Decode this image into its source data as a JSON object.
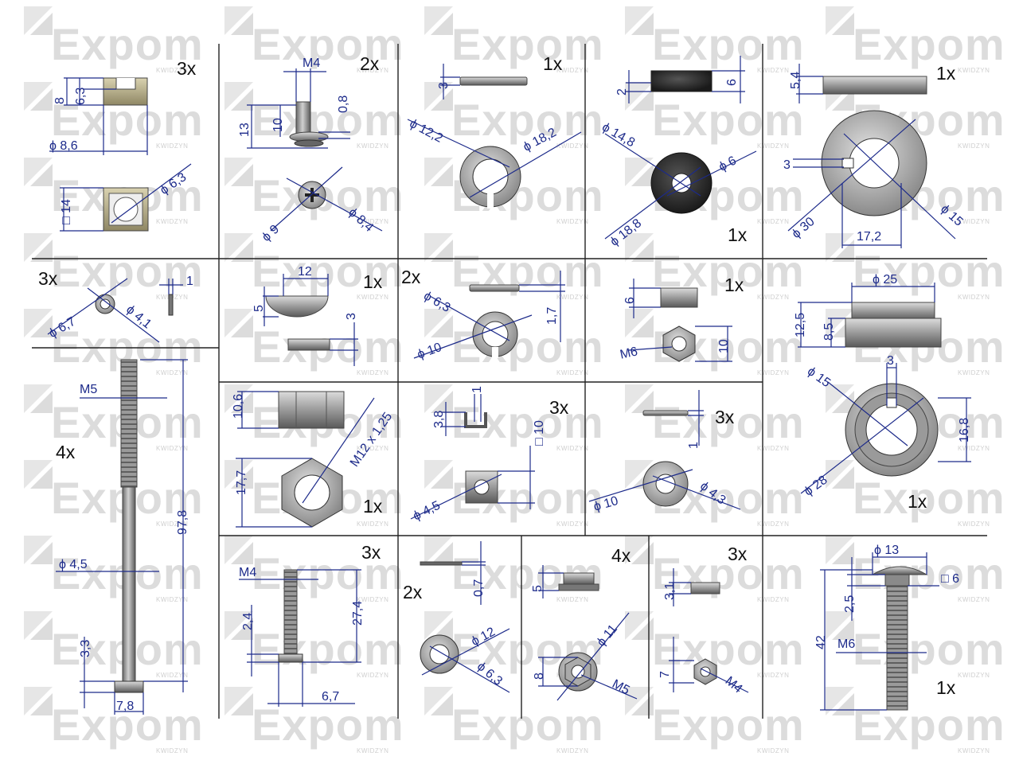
{
  "watermark": {
    "brand": "Expom",
    "sub": "KWIDZYN"
  },
  "parts": {
    "cage_nut": {
      "qty": "3x",
      "h": "8",
      "h2": "6,3",
      "w": "ϕ 8,6",
      "sq": "□ 14",
      "d": "ϕ 6,3"
    },
    "screw_m4": {
      "qty": "2x",
      "thread": "M4",
      "l": "13",
      "l2": "10",
      "t": "0,8",
      "d1": "ϕ 9",
      "d2": "ϕ 8,4"
    },
    "spring_washer_12": {
      "qty": "1x",
      "t": "3",
      "d1": "ϕ 12,2",
      "d2": "ϕ 18,2"
    },
    "washer_dark": {
      "qty": "1x",
      "t1": "2",
      "t2": "6",
      "d1": "ϕ 14,8",
      "d2": "ϕ 6",
      "d3": "ϕ 18,8"
    },
    "keyed_washer": {
      "qty": "1x",
      "t": "5,4",
      "k": "3",
      "d1": "ϕ 30",
      "w": "17,2",
      "d2": "ϕ 15"
    },
    "small_ring": {
      "qty": "3x",
      "t": "1",
      "d1": "ϕ 6,7",
      "d2": "ϕ 4,1"
    },
    "half_disc": {
      "qty": "1x",
      "w": "12",
      "h": "5",
      "t": "3"
    },
    "spring_washer_6": {
      "qty": "2x",
      "d1": "ϕ 6,3",
      "t": "1,7",
      "d2": "ϕ 10"
    },
    "hex_nut_m6": {
      "qty": "1x",
      "h": "6",
      "thread": "M6",
      "w": "10"
    },
    "keyed_bushing": {
      "d1": "ϕ 25",
      "h1": "12,5",
      "h2": "8,5",
      "k": "3",
      "d2": "ϕ 15",
      "w": "16,8",
      "d3": "ϕ 28",
      "qty": "1x"
    },
    "long_bolt": {
      "qty": "4x",
      "thread": "M5",
      "l": "97,8",
      "d": "ϕ 4,5",
      "hh": "3,3",
      "hw": "7,8"
    },
    "hex_nut_m12": {
      "h": "10,6",
      "thread": "M12 x 1,25",
      "w": "17,7",
      "qty": "1x"
    },
    "u_clip": {
      "qty": "3x",
      "h": "3,8",
      "t": "1",
      "sq": "□ 10",
      "d": "ϕ 4,5"
    },
    "flat_washer_4": {
      "qty": "3x",
      "t": "1",
      "d1": "ϕ 10",
      "d2": "ϕ 4,3"
    },
    "bolt_m4": {
      "qty": "3x",
      "thread": "M4",
      "hh": "2,4",
      "l": "27,4",
      "hw": "6,7"
    },
    "flat_washer_6": {
      "qty": "2x",
      "t": "0,7",
      "d1": "ϕ 12",
      "d2": "ϕ 6,3"
    },
    "flange_nut_m5": {
      "qty": "4x",
      "h": "5",
      "d": "ϕ 11",
      "h2": "8",
      "thread": "M5"
    },
    "hex_nut_m4": {
      "qty": "3x",
      "h": "3,1",
      "w": "7",
      "thread": "M4"
    },
    "carriage_bolt": {
      "d": "ϕ 13",
      "sq": "□ 6",
      "hh": "2,5",
      "l": "42",
      "thread": "M6",
      "qty": "1x"
    }
  }
}
